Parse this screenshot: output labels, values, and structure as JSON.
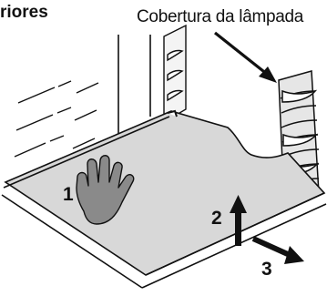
{
  "labels": {
    "heading": "riores",
    "callout": "Cobertura da lâmpada"
  },
  "steps": [
    "1",
    "2",
    "3"
  ],
  "colors": {
    "line": "#111111",
    "shelf": "#d8d8d8",
    "hand": "#8a8a8a",
    "cover": "#e6e6e6"
  }
}
